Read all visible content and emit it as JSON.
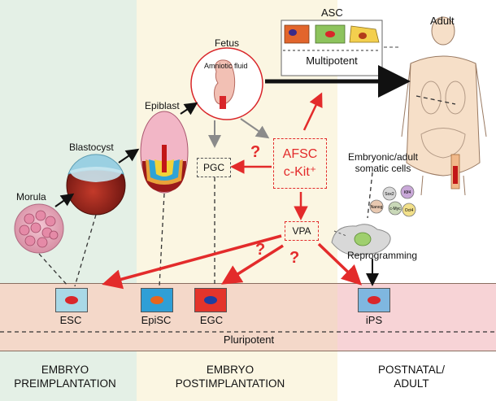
{
  "zones": {
    "preimplantation": {
      "line1": "EMBRYO",
      "line2": "PREIMPLANTATION",
      "color": "#e4f0e6"
    },
    "postimplantation": {
      "line1": "EMBRYO",
      "line2": "POSTIMPLANTATION",
      "color": "#fbf6e2"
    },
    "postnatal": {
      "line1": "POSTNATAL/",
      "line2": "ADULT",
      "color": "#ffffff"
    }
  },
  "stages": {
    "morula": "Morula",
    "blastocyst": "Blastocyst",
    "epiblast": "Epiblast",
    "fetus": "Fetus",
    "amniotic_fluid": "Amniotic fluid",
    "adult": "Adult",
    "asc": "ASC",
    "multipotent": "Multipotent",
    "somatic_line1": "Embryonic/adult",
    "somatic_line2": "somatic cells",
    "reprogramming": "Reprogramming"
  },
  "red_boxes": {
    "pgc": "PGC",
    "afsc_line1": "AFSC",
    "afsc_line2": "c-Kit⁺",
    "vpa": "VPA",
    "question": "?"
  },
  "pluripotent_cells": [
    {
      "label": "ESC",
      "fill": "#a9d8e6",
      "nucleus": "#d9262a"
    },
    {
      "label": "EpiSC",
      "fill": "#2f9fd6",
      "nucleus": "#e8651d"
    },
    {
      "label": "EGC",
      "fill": "#e3342b",
      "nucleus": "#1d3fa0"
    },
    {
      "label": "iPS",
      "fill": "#7fb7e0",
      "nucleus": "#d9262a"
    }
  ],
  "pluripotent_label": "Pluripotent",
  "factor_labels": [
    "Sox2",
    "Klf4",
    "c-Myc",
    "Oct4",
    "Nanog"
  ],
  "colors": {
    "red": "#e32b2b",
    "band": "#f4d8c9",
    "band_pink": "#f7d3d6",
    "black": "#111111"
  }
}
